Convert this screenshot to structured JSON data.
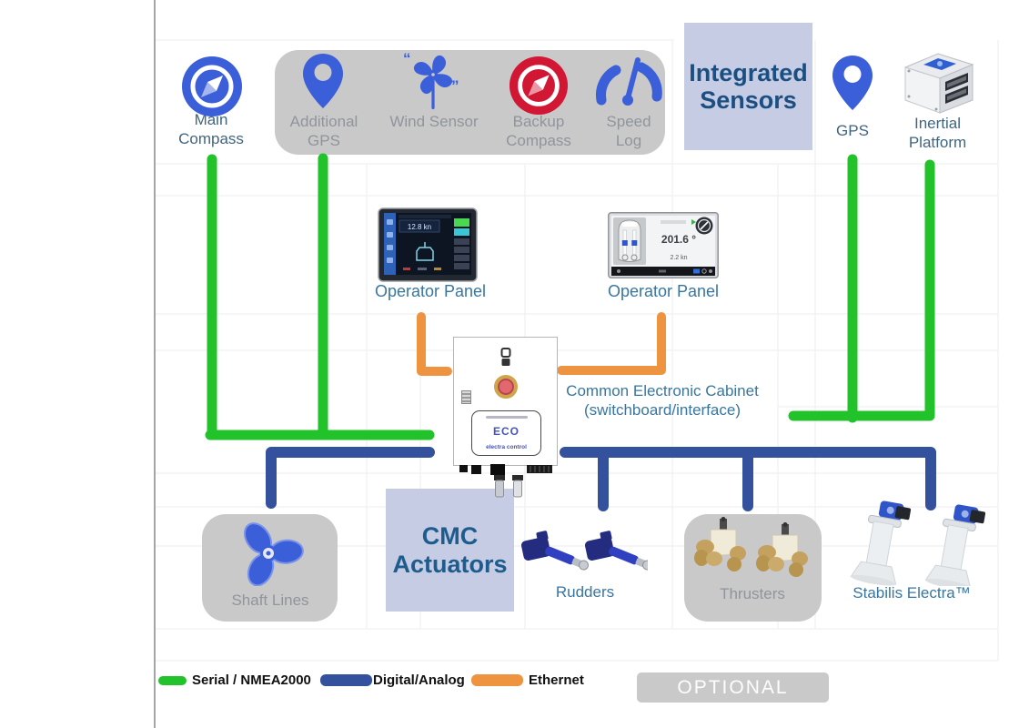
{
  "palette": {
    "serial_green": "#22c32a",
    "digital_navy": "#34519e",
    "ethernet_orange": "#ee9441",
    "icon_blue": "#3b5ed9",
    "compass_red": "#d11734",
    "gray_box": "#c9c9c9",
    "lavender_box": "#c5cce4"
  },
  "sensors": {
    "main_compass": "Main Compass",
    "additional_gps": "Additional GPS",
    "wind_sensor": "Wind Sensor",
    "backup_compass": "Backup Compass",
    "speed_log": "Speed Log",
    "integrated_sensors": "Integrated Sensors",
    "gps": "GPS",
    "inertial_platform": "Inertial Platform"
  },
  "panels": {
    "operator_panel_1": {
      "label": "Operator Panel",
      "screen_speed": "12.8 kn"
    },
    "operator_panel_2": {
      "label": "Operator Panel",
      "screen_heading": "201.6 °",
      "screen_speed": "2.2 kn"
    }
  },
  "cabinet": {
    "label_line1": "Common Electronic Cabinet",
    "label_line2": "(switchboard/interface)",
    "brand": "ECO",
    "brand_sub": "electra control"
  },
  "actuators": {
    "group_title": "CMC Actuators",
    "shaft_lines": "Shaft Lines",
    "rudders": "Rudders",
    "thrusters": "Thrusters",
    "stabilis": "Stabilis Electra™"
  },
  "legend": {
    "items": [
      {
        "label": "Serial / NMEA2000",
        "color": "#22c32a"
      },
      {
        "label": "Digital/Analog",
        "color": "#34519e"
      },
      {
        "label": "Ethernet",
        "color": "#ee9441"
      }
    ],
    "optional": "OPTIONAL"
  }
}
